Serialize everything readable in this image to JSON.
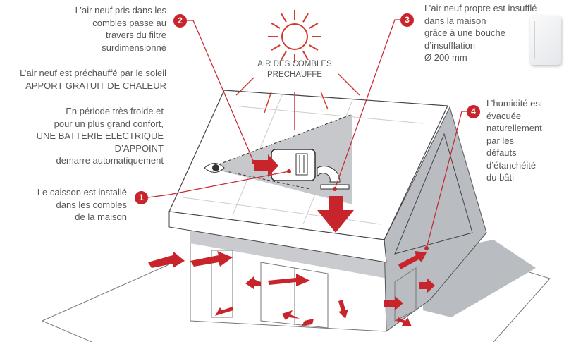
{
  "annotations": {
    "step1": {
      "number": "1",
      "text": "Le caisson est installé\ndans les combles\nde la maison"
    },
    "step2": {
      "number": "2",
      "text": "L’air neuf pris dans les\ncombles passe au\ntravers du filtre\nsurdimensionné"
    },
    "step3": {
      "number": "3",
      "text": "L’air neuf propre est insufflé\ndans la maison\ngrâce à une bouche\nd’insufflation\nØ 200 mm"
    },
    "step4": {
      "number": "4",
      "text": "L’humidité est\névacuée\nnaturellement\npar les\ndéfauts\nd’étanchéité\ndu bâti"
    }
  },
  "notes": {
    "solar": "L’air neuf est préchauffé par le soleil\nAPPORT GRATUIT DE CHALEUR",
    "battery": "En période très froide et\npour un plus grand confort,\nUNE BATTERIE ELECTRIQUE\nD’APPOINT\ndemarre automatiquement"
  },
  "sun_label": "AIR DES COMBLES\nPRECHAUFFE",
  "colors": {
    "accent": "#c8242b",
    "text": "#555555",
    "wall": "#b9bcc1"
  }
}
